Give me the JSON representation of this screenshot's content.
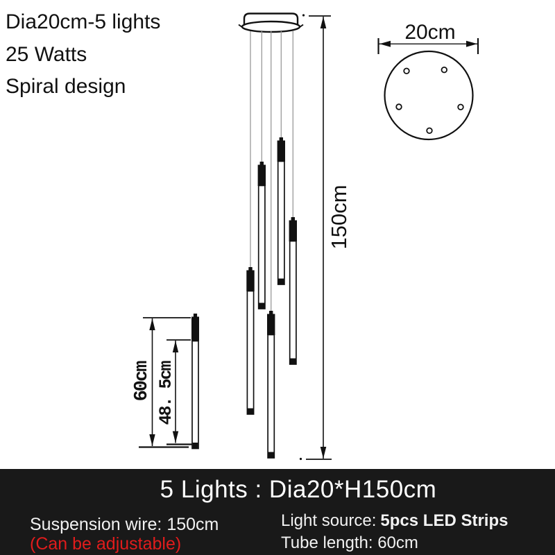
{
  "title_block": {
    "line1": "Dia20cm-5 lights",
    "line2": "25 Watts",
    "line3": "Spiral design"
  },
  "top_view": {
    "diameter_label": "20cm"
  },
  "side_view": {
    "height_label": "150cm"
  },
  "tube_detail": {
    "full_length_label": "60cm",
    "lit_length_label": "48. 5cm"
  },
  "footer": {
    "title": "5 Lights : Dia20*H150cm",
    "suspension_wire": "Suspension wire: 150cm",
    "adjustable_note": "(Can be adjustable)",
    "light_source_label": "Light source:",
    "light_source_value": "5pcs LED Strips",
    "tube_length": "Tube length: 60cm"
  },
  "colors": {
    "ink": "#111111",
    "wire_gray": "#999999",
    "accent_red": "#e01c1c",
    "footer_bg": "#191919"
  }
}
